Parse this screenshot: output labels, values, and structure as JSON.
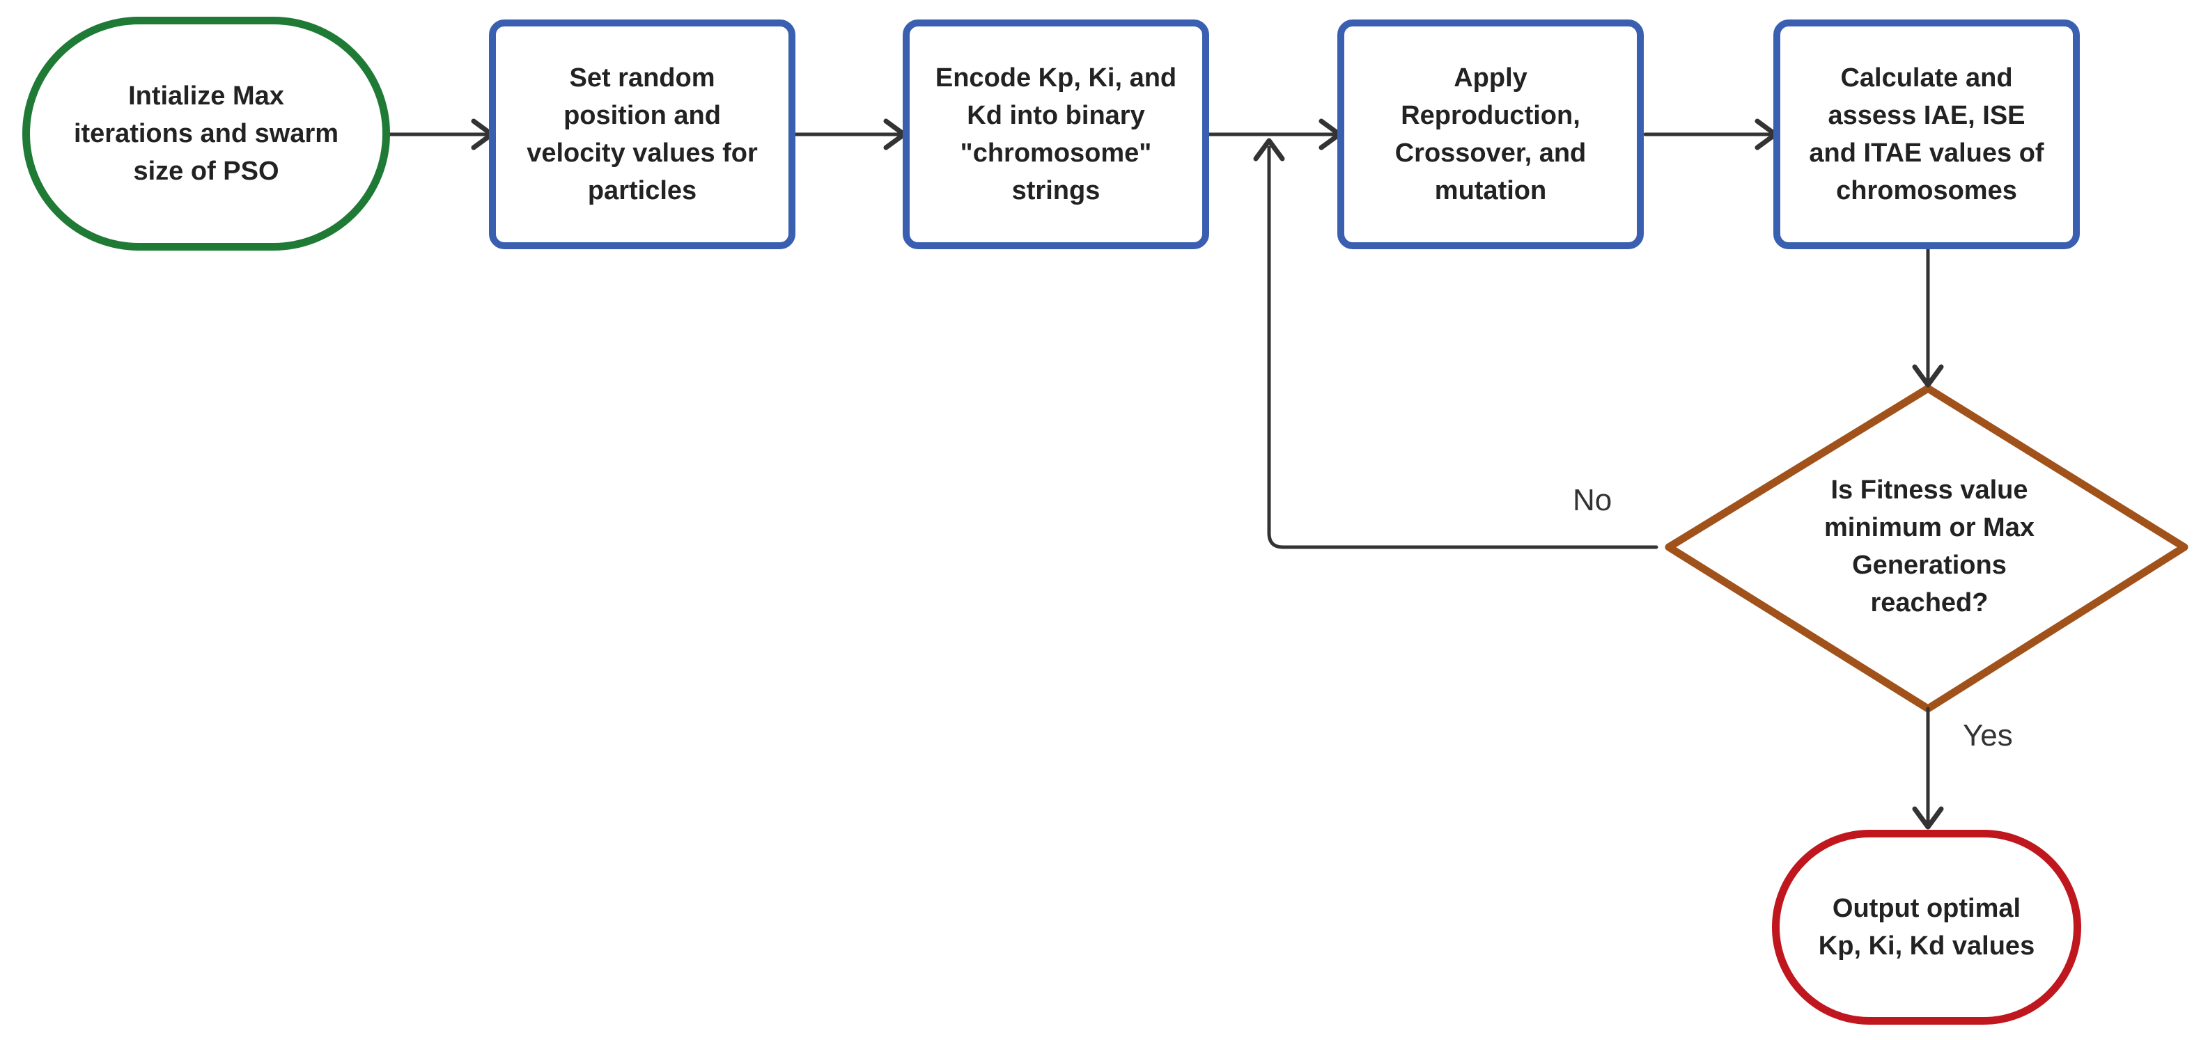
{
  "nodes": {
    "start": "Intialize Max\niterations and swarm\nsize of PSO",
    "set_random": "Set random\nposition and\nvelocity values for\nparticles",
    "encode": "Encode Kp, Ki, and\nKd into binary\n\"chromosome\"\nstrings",
    "apply": "Apply\nReproduction,\nCrossover, and\nmutation",
    "calculate": "Calculate and\nassess IAE, ISE\nand ITAE values of\nchromosomes",
    "decision": "Is Fitness value\nminimum or Max\nGenerations\nreached?",
    "output": "Output optimal\nKp, Ki, Kd values"
  },
  "edge_labels": {
    "no": "No",
    "yes": "Yes"
  },
  "colors": {
    "process_border": "#3a5fb0",
    "start_border": "#1e7a34",
    "end_border": "#c0161e",
    "decision_border": "#a0521a",
    "arrow": "#333333"
  }
}
